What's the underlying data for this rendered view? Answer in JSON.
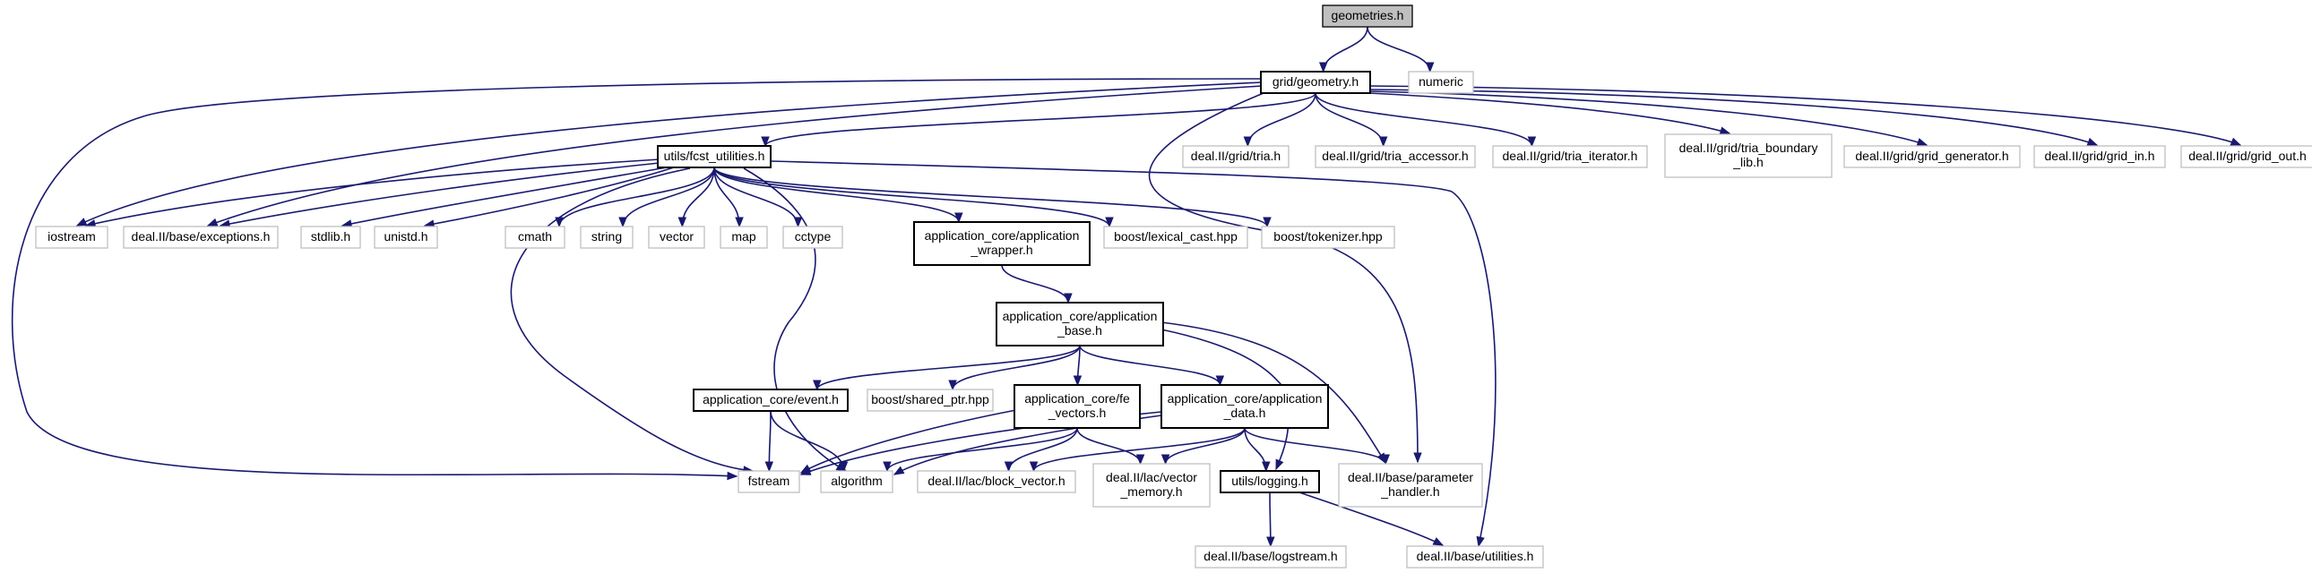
{
  "colors": {
    "edge": "#191970",
    "local_border": "#000000",
    "external_border": "#bfbfbf",
    "root_fill": "#bfbfbf"
  },
  "nodes": [
    {
      "id": "geometries",
      "lines": [
        "geometries.h"
      ],
      "kind": "root"
    },
    {
      "id": "geometry",
      "lines": [
        "grid/geometry.h"
      ],
      "kind": "local"
    },
    {
      "id": "numeric",
      "lines": [
        "numeric"
      ],
      "kind": "external"
    },
    {
      "id": "fcst",
      "lines": [
        "utils/fcst_utilities.h"
      ],
      "kind": "local"
    },
    {
      "id": "tria",
      "lines": [
        "deal.II/grid/tria.h"
      ],
      "kind": "external"
    },
    {
      "id": "tria_accessor",
      "lines": [
        "deal.II/grid/tria_accessor.h"
      ],
      "kind": "external"
    },
    {
      "id": "tria_iterator",
      "lines": [
        "deal.II/grid/tria_iterator.h"
      ],
      "kind": "external"
    },
    {
      "id": "tria_boundary",
      "lines": [
        "deal.II/grid/tria_boundary",
        "_lib.h"
      ],
      "kind": "external"
    },
    {
      "id": "grid_generator",
      "lines": [
        "deal.II/grid/grid_generator.h"
      ],
      "kind": "external"
    },
    {
      "id": "grid_in",
      "lines": [
        "deal.II/grid/grid_in.h"
      ],
      "kind": "external"
    },
    {
      "id": "grid_out",
      "lines": [
        "deal.II/grid/grid_out.h"
      ],
      "kind": "external"
    },
    {
      "id": "iostream",
      "lines": [
        "iostream"
      ],
      "kind": "external"
    },
    {
      "id": "exceptions",
      "lines": [
        "deal.II/base/exceptions.h"
      ],
      "kind": "external"
    },
    {
      "id": "stdlib",
      "lines": [
        "stdlib.h"
      ],
      "kind": "external"
    },
    {
      "id": "unistd",
      "lines": [
        "unistd.h"
      ],
      "kind": "external"
    },
    {
      "id": "cmath",
      "lines": [
        "cmath"
      ],
      "kind": "external"
    },
    {
      "id": "string",
      "lines": [
        "string"
      ],
      "kind": "external"
    },
    {
      "id": "vector",
      "lines": [
        "vector"
      ],
      "kind": "external"
    },
    {
      "id": "map",
      "lines": [
        "map"
      ],
      "kind": "external"
    },
    {
      "id": "cctype",
      "lines": [
        "cctype"
      ],
      "kind": "external"
    },
    {
      "id": "app_wrapper",
      "lines": [
        "application_core/application",
        "_wrapper.h"
      ],
      "kind": "local"
    },
    {
      "id": "lexical_cast",
      "lines": [
        "boost/lexical_cast.hpp"
      ],
      "kind": "external"
    },
    {
      "id": "tokenizer",
      "lines": [
        "boost/tokenizer.hpp"
      ],
      "kind": "external"
    },
    {
      "id": "app_base",
      "lines": [
        "application_core/application",
        "_base.h"
      ],
      "kind": "local"
    },
    {
      "id": "event",
      "lines": [
        "application_core/event.h"
      ],
      "kind": "local"
    },
    {
      "id": "shared_ptr",
      "lines": [
        "boost/shared_ptr.hpp"
      ],
      "kind": "external"
    },
    {
      "id": "fe_vectors",
      "lines": [
        "application_core/fe",
        "_vectors.h"
      ],
      "kind": "local"
    },
    {
      "id": "app_data",
      "lines": [
        "application_core/application",
        "_data.h"
      ],
      "kind": "local"
    },
    {
      "id": "fstream",
      "lines": [
        "fstream"
      ],
      "kind": "external"
    },
    {
      "id": "algorithm",
      "lines": [
        "algorithm"
      ],
      "kind": "external"
    },
    {
      "id": "block_vector",
      "lines": [
        "deal.II/lac/block_vector.h"
      ],
      "kind": "external"
    },
    {
      "id": "vector_memory",
      "lines": [
        "deal.II/lac/vector",
        "_memory.h"
      ],
      "kind": "external"
    },
    {
      "id": "logging",
      "lines": [
        "utils/logging.h"
      ],
      "kind": "local"
    },
    {
      "id": "parameter_handler",
      "lines": [
        "deal.II/base/parameter",
        "_handler.h"
      ],
      "kind": "external"
    },
    {
      "id": "logstream",
      "lines": [
        "deal.II/base/logstream.h"
      ],
      "kind": "external"
    },
    {
      "id": "utilities",
      "lines": [
        "deal.II/base/utilities.h"
      ],
      "kind": "external"
    }
  ],
  "edges": [
    [
      "geometries",
      "geometry"
    ],
    [
      "geometries",
      "numeric"
    ],
    [
      "geometry",
      "fcst"
    ],
    [
      "geometry",
      "tria"
    ],
    [
      "geometry",
      "tria_accessor"
    ],
    [
      "geometry",
      "tria_iterator"
    ],
    [
      "geometry",
      "tria_boundary"
    ],
    [
      "geometry",
      "grid_generator"
    ],
    [
      "geometry",
      "grid_in"
    ],
    [
      "geometry",
      "grid_out"
    ],
    [
      "geometry",
      "iostream"
    ],
    [
      "geometry",
      "exceptions"
    ],
    [
      "geometry",
      "fstream"
    ],
    [
      "geometry",
      "parameter_handler"
    ],
    [
      "fcst",
      "iostream"
    ],
    [
      "fcst",
      "exceptions"
    ],
    [
      "fcst",
      "stdlib"
    ],
    [
      "fcst",
      "unistd"
    ],
    [
      "fcst",
      "cmath"
    ],
    [
      "fcst",
      "string"
    ],
    [
      "fcst",
      "vector"
    ],
    [
      "fcst",
      "map"
    ],
    [
      "fcst",
      "cctype"
    ],
    [
      "fcst",
      "app_wrapper"
    ],
    [
      "fcst",
      "lexical_cast"
    ],
    [
      "fcst",
      "tokenizer"
    ],
    [
      "fcst",
      "fstream"
    ],
    [
      "fcst",
      "algorithm"
    ],
    [
      "fcst",
      "utilities"
    ],
    [
      "app_wrapper",
      "app_base"
    ],
    [
      "app_base",
      "event"
    ],
    [
      "app_base",
      "shared_ptr"
    ],
    [
      "app_base",
      "fe_vectors"
    ],
    [
      "app_base",
      "app_data"
    ],
    [
      "app_base",
      "logging"
    ],
    [
      "app_base",
      "parameter_handler"
    ],
    [
      "event",
      "fstream"
    ],
    [
      "event",
      "algorithm"
    ],
    [
      "fe_vectors",
      "fstream"
    ],
    [
      "fe_vectors",
      "algorithm"
    ],
    [
      "fe_vectors",
      "block_vector"
    ],
    [
      "fe_vectors",
      "vector_memory"
    ],
    [
      "app_data",
      "fstream"
    ],
    [
      "app_data",
      "algorithm"
    ],
    [
      "app_data",
      "block_vector"
    ],
    [
      "app_data",
      "vector_memory"
    ],
    [
      "app_data",
      "logging"
    ],
    [
      "app_data",
      "parameter_handler"
    ],
    [
      "logging",
      "logstream"
    ],
    [
      "logging",
      "utilities"
    ]
  ]
}
